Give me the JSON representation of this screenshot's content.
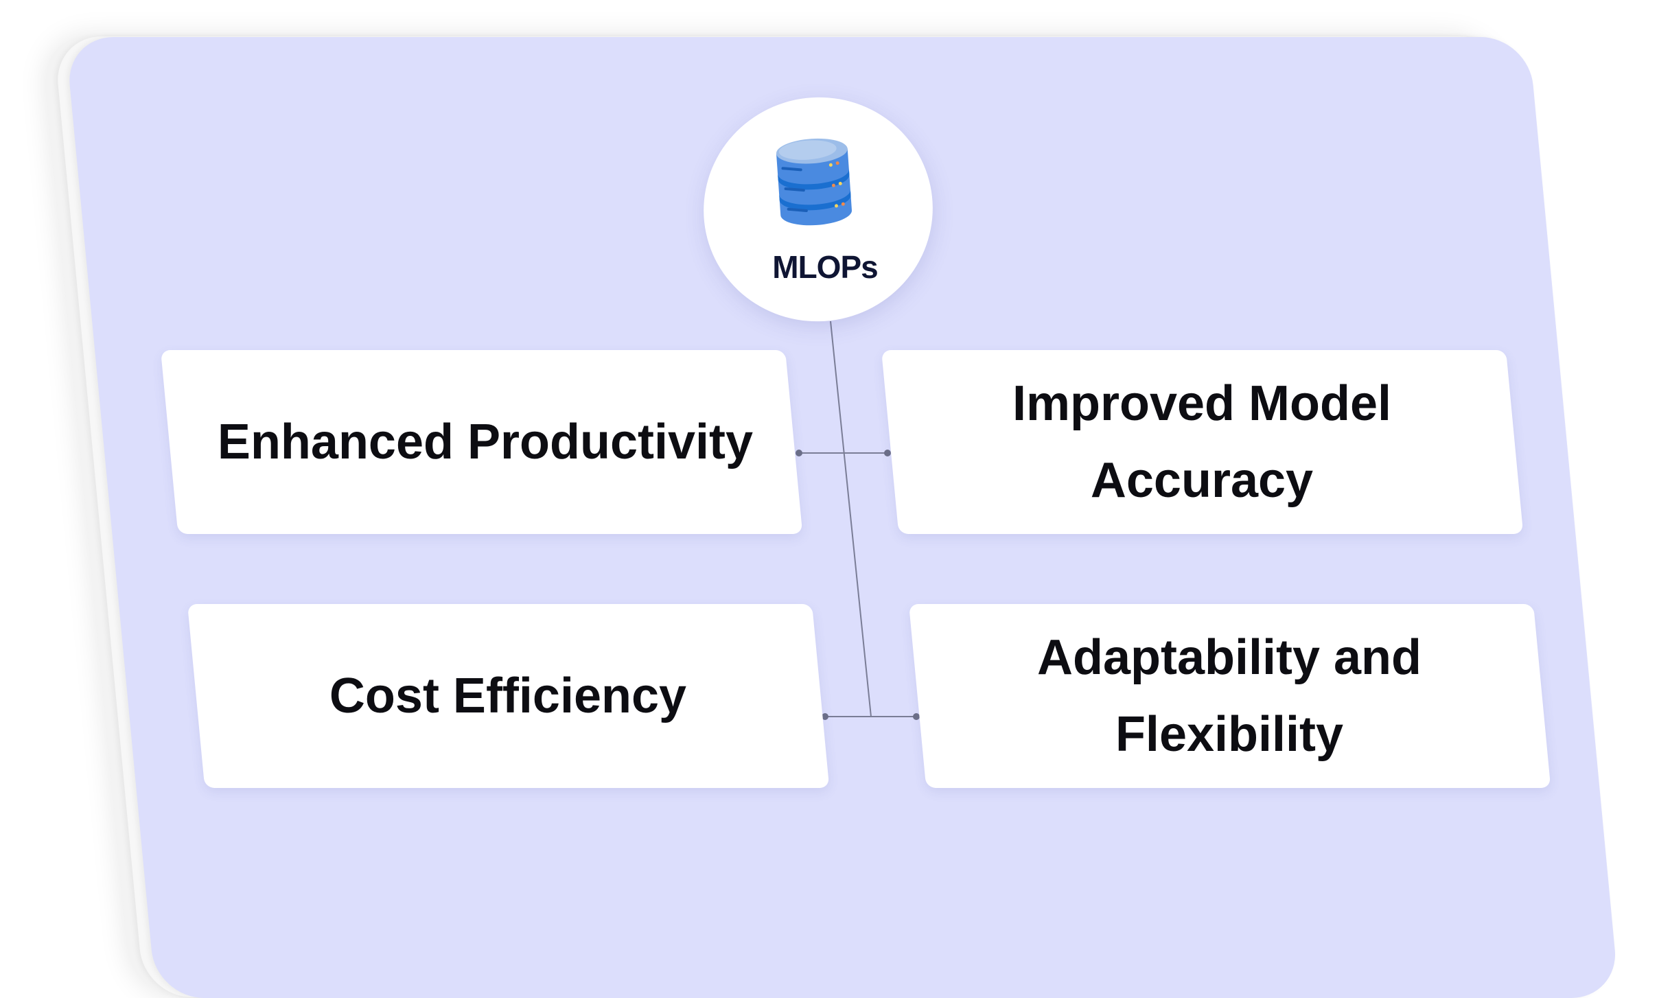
{
  "hub": {
    "label": "MLOPs",
    "icon": "database-icon"
  },
  "benefits": [
    {
      "label": "Enhanced Productivity"
    },
    {
      "label": "Improved Model Accuracy"
    },
    {
      "label": "Cost Efficiency"
    },
    {
      "label": "Adaptability and Flexibility"
    }
  ],
  "colors": {
    "card": "#dcdefc",
    "connector": "#7a7d96",
    "text": "#0d0d12",
    "db_blue": "#4a8ae0"
  }
}
